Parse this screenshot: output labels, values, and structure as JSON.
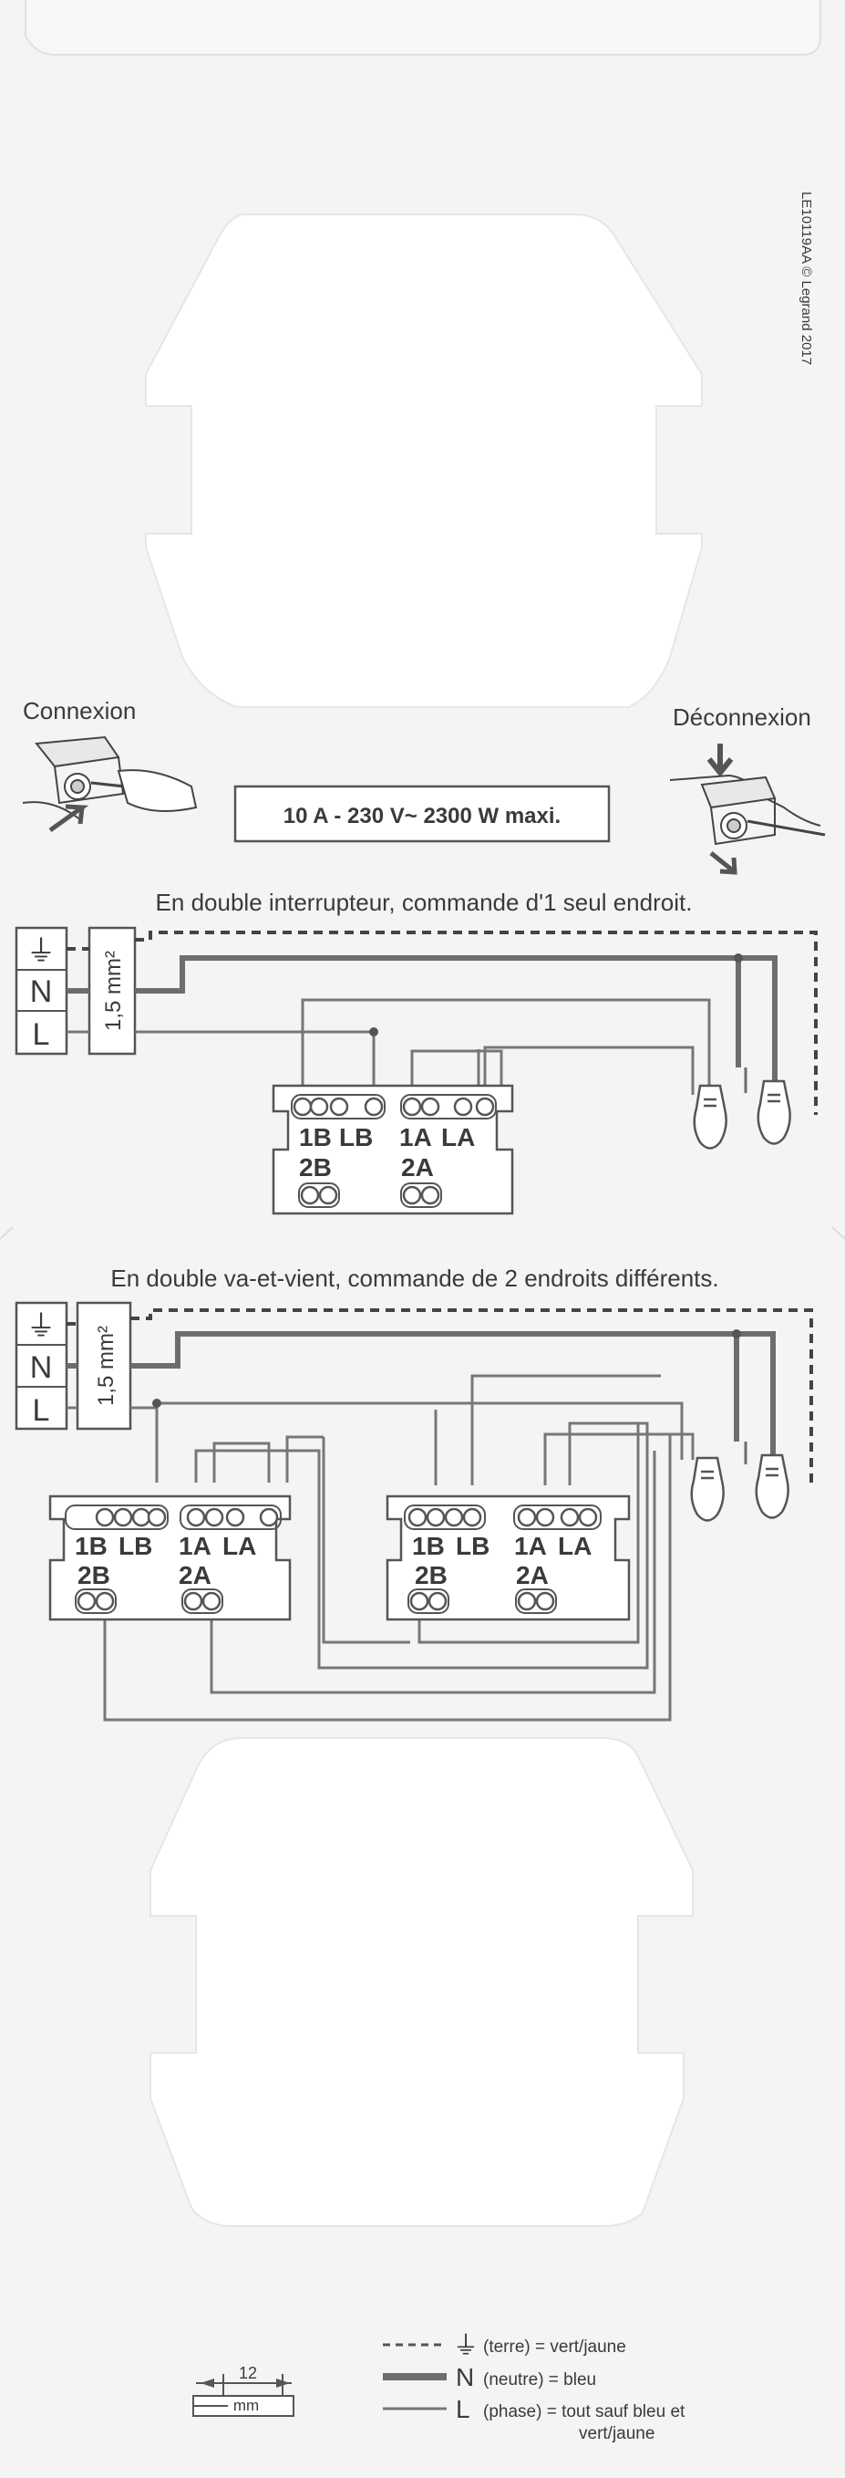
{
  "doc_code": "LE10119AA © Legrand 2017",
  "connect": {
    "connexion_label": "Connexion",
    "deconnexion_label": "Déconnexion",
    "rating": "10 A - 230 V~ 2300 W maxi."
  },
  "section1": {
    "title": "En double interrupteur, commande d'1 seul endroit."
  },
  "section2": {
    "title": "En double va-et-vient, commande de 2 endroits différents."
  },
  "supply": {
    "earth_symbol": "⏚",
    "neutral": "N",
    "phase": "L",
    "section": "1,5 mm²"
  },
  "terminals": {
    "t1b": "1B",
    "tlb": "LB",
    "t1a": "1A",
    "tla": "LA",
    "t2b": "2B",
    "t2a": "2A"
  },
  "strip": {
    "length": "12",
    "unit": "mm"
  },
  "legend": {
    "earth_symbol": "⏚",
    "earth_text": "(terre) = vert/jaune",
    "neutral_letter": "N",
    "neutral_text": "(neutre) = bleu",
    "phase_letter": "L",
    "phase_text_1": "(phase) = tout sauf bleu et",
    "phase_text_2": "vert/jaune"
  }
}
